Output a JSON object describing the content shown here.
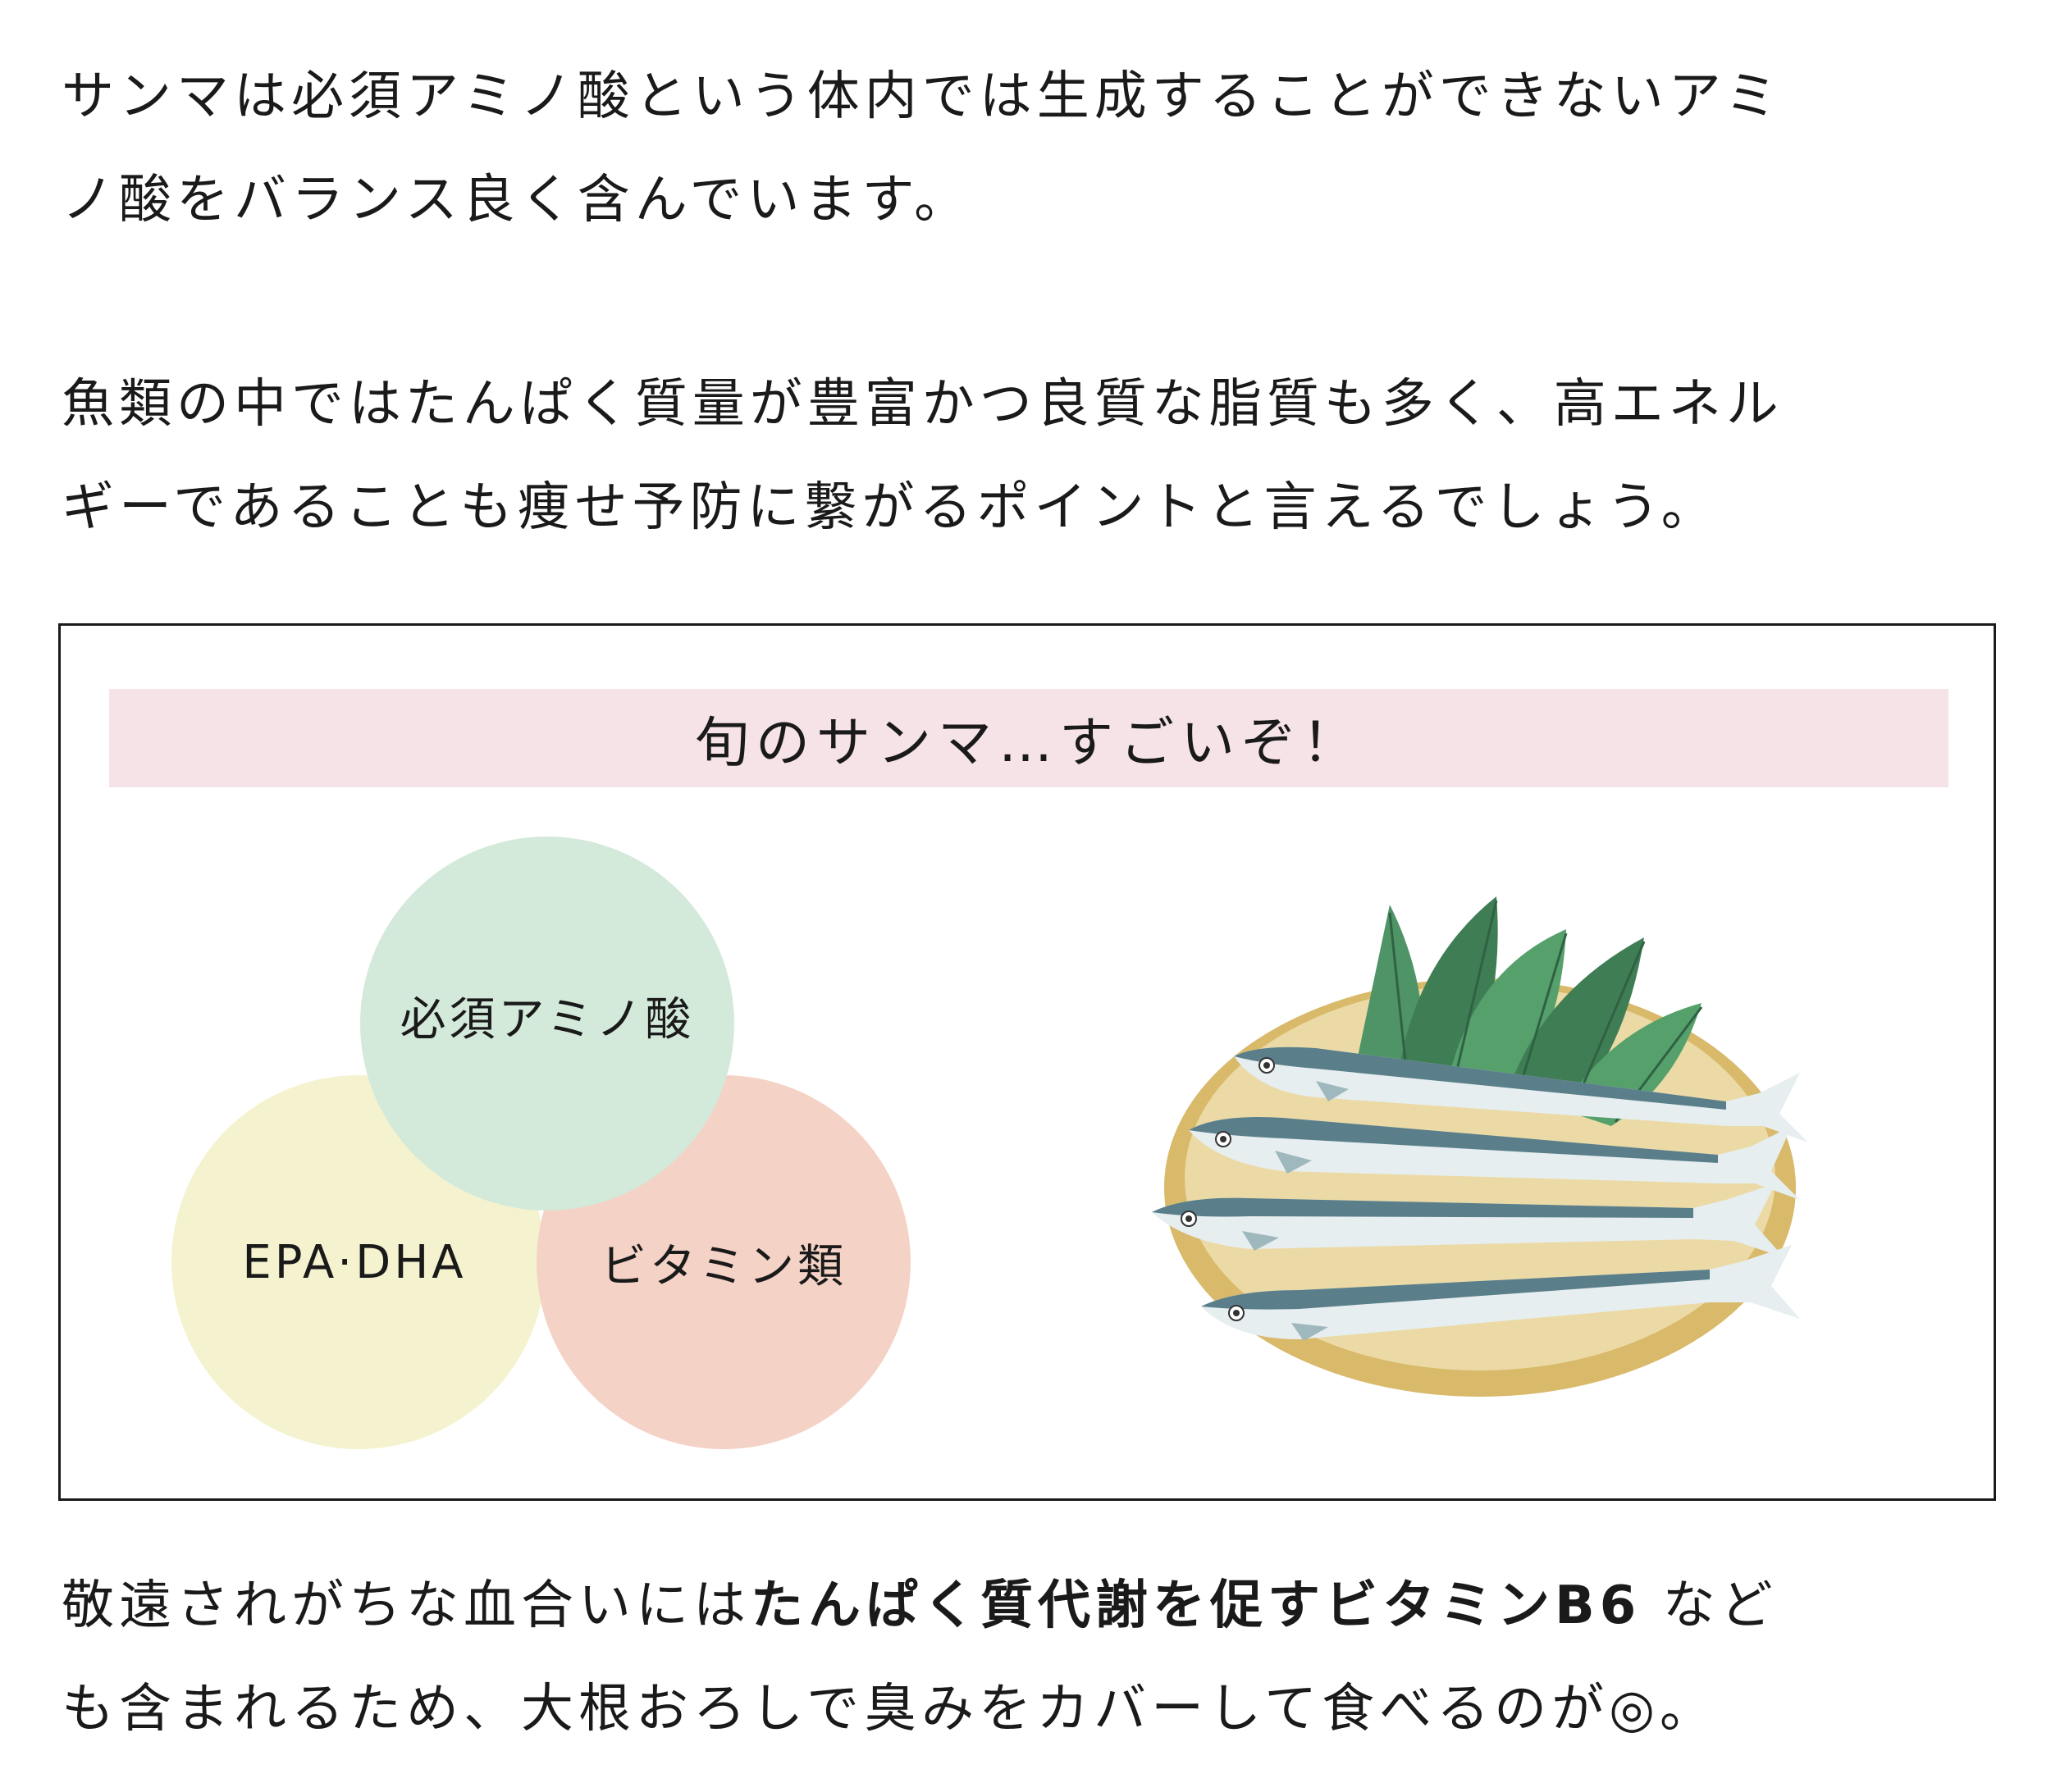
{
  "paragraphs": {
    "p1": {
      "line1": "サンマは必須アミノ酸という体内では生成することができないアミ",
      "line2": "ノ酸をバランス良く含んでいます。"
    },
    "p2": {
      "line1": "魚類の中ではたんぱく質量が豊富かつ良質な脂質も多く、高エネル",
      "line2": "ギーであることも痩せ予防に繋がるポイントと言えるでしょう。"
    },
    "p3": {
      "line1_start": "敬遠されがちな血合いには",
      "line1_bold": "たんぱく質代謝を促すビタミンB6",
      "line1_end": "など",
      "line2": "も含まれるため、大根おろしで臭みをカバーして食べるのが◎。"
    }
  },
  "box": {
    "title": "旬のサンマ…すごいぞ！",
    "circles": {
      "amino": "必須アミノ酸",
      "epa": "EPA·DHA",
      "vitamin": "ビタミン類"
    }
  },
  "colors": {
    "title_bg": "#f6e3e8",
    "circle_amino": "#d3e9da",
    "circle_epa": "#f5f2cf",
    "circle_vitamin": "#f4d2c6",
    "leaf_dark": "#3f7d55",
    "leaf_light": "#56a06c",
    "plate": "#e2c984",
    "fish_back": "#5b7f8a",
    "fish_belly": "#e6eef0"
  },
  "icons": {
    "illustration": "sanma-on-plate-illustration"
  }
}
